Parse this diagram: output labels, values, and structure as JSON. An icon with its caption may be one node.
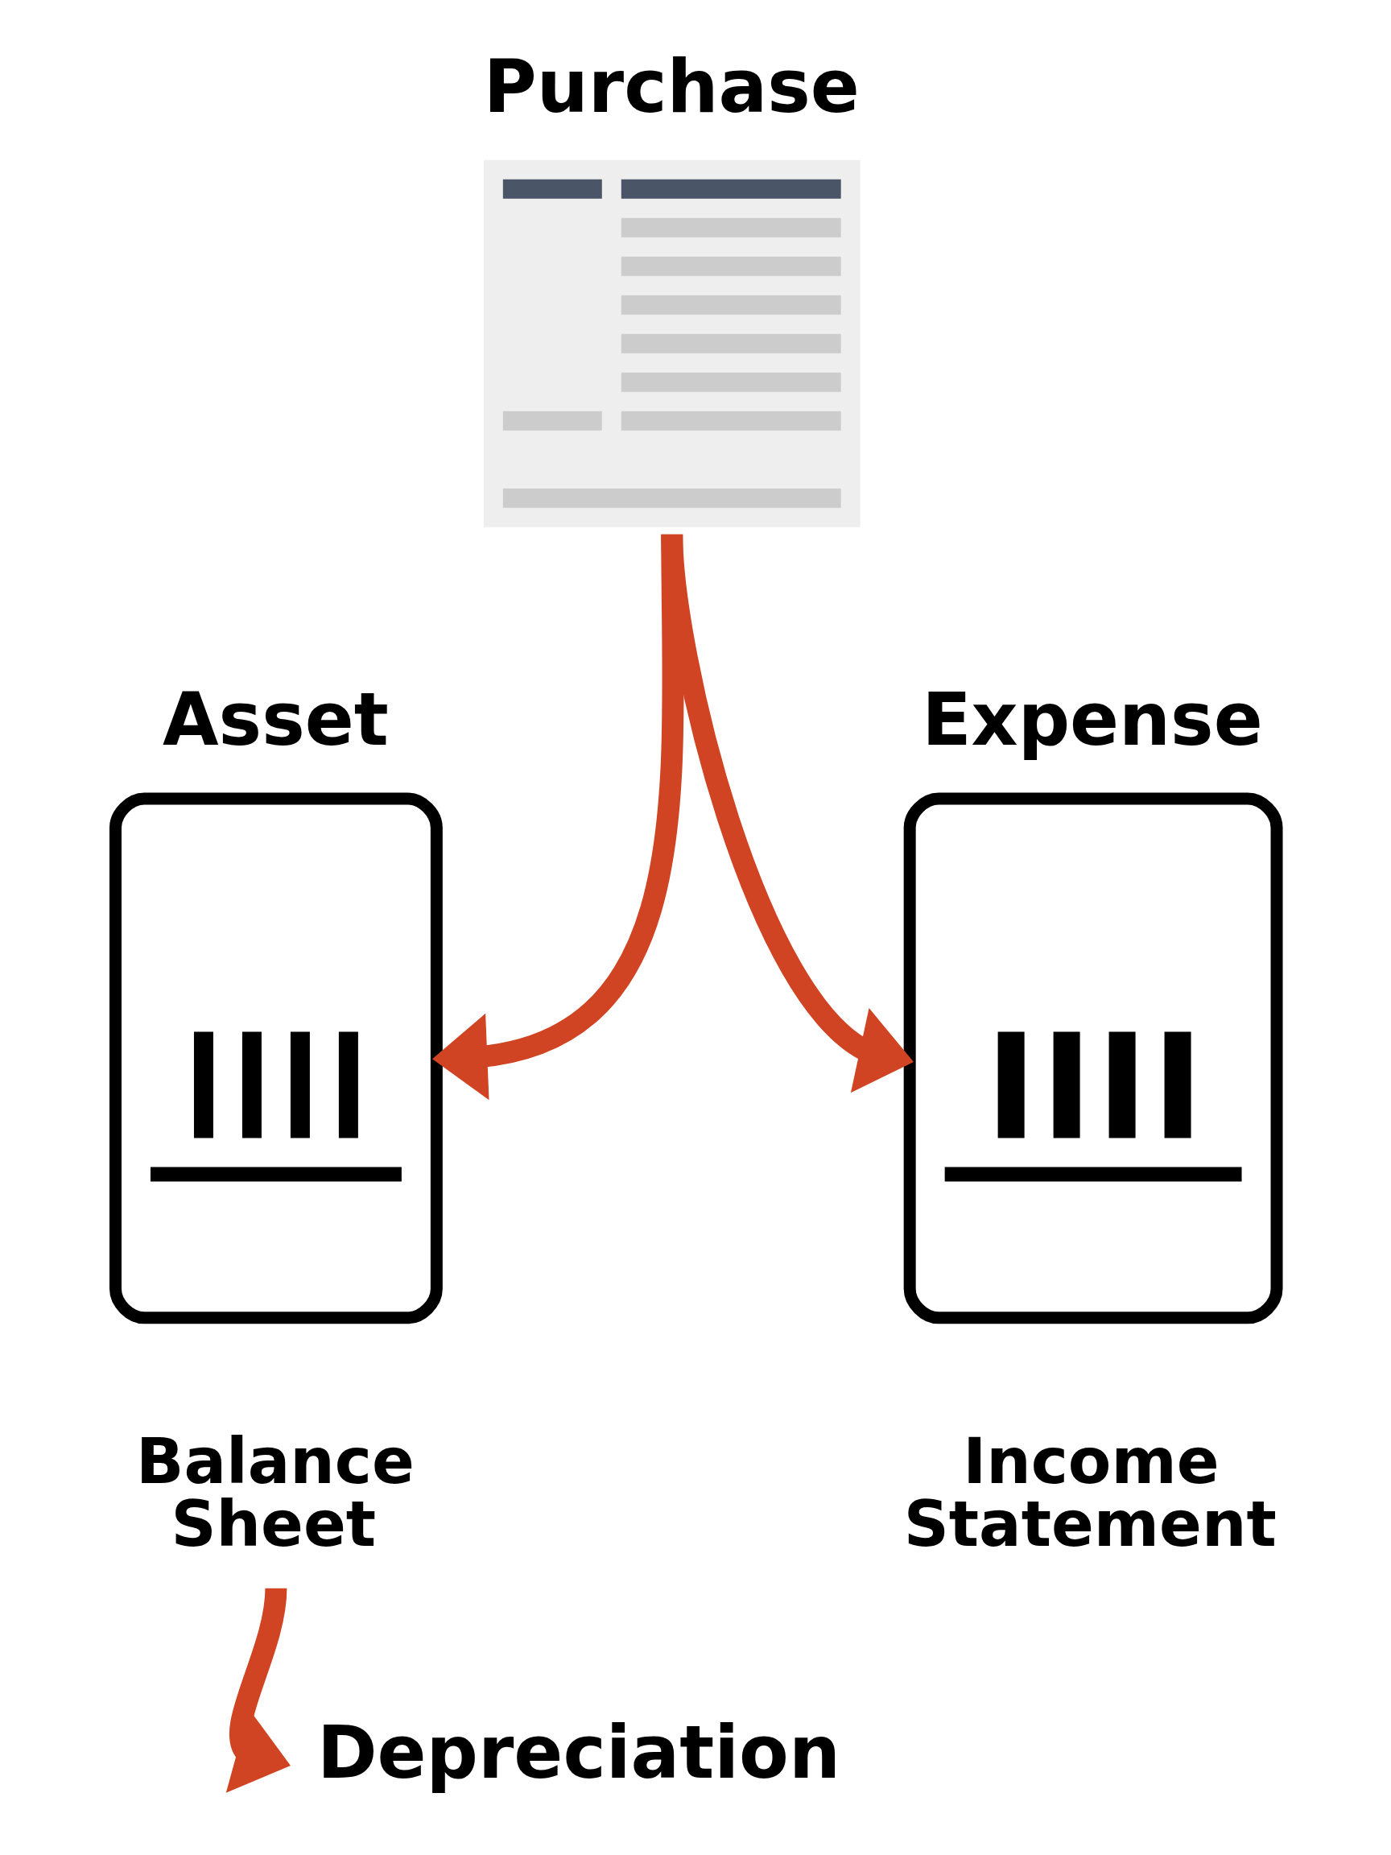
{
  "diagram": {
    "nodes": [
      {
        "text": [
          "Purchase"
        ]
      },
      {
        "text": [
          "Asset"
        ],
        "beside": [
          "Balance Sheet"
        ]
      },
      {
        "text": [
          "Expense"
        ],
        "beside": [
          "Income Statement"
        ]
      },
      {
        "text": [
          "Depreciation"
        ]
      }
    ],
    "edges": [
      {
        "from": 0,
        "to": 1,
        "arrow": "to"
      },
      {
        "from": 0,
        "to": 2,
        "arrow": "to"
      },
      {
        "from": 1,
        "to": 3,
        "arrow": "to"
      }
    ]
  }
}
